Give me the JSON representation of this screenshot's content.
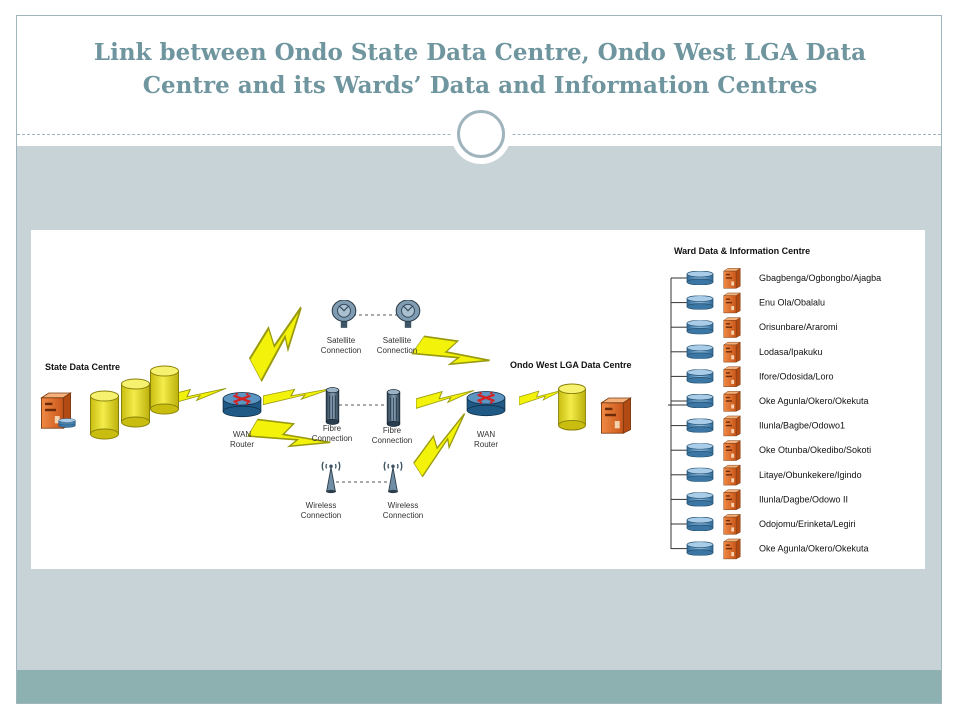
{
  "title": {
    "line1": "Link between Ondo State Data Centre, Ondo West LGA Data",
    "line2": "Centre and its Wards’ Data and Information Centres"
  },
  "diagram": {
    "state_label": "State Data Centre",
    "lga_label": "Ondo West LGA Data Centre",
    "ward_header": "Ward Data & Information Centre",
    "router_left": {
      "line1": "WAN",
      "line2": "Router"
    },
    "router_right": {
      "line1": "WAN",
      "line2": "Router"
    },
    "satellite_left": {
      "line1": "Satellite",
      "line2": "Connection"
    },
    "satellite_right": {
      "line1": "Satellite",
      "line2": "Connection"
    },
    "fibre_left": {
      "line1": "Fibre",
      "line2": "Connection"
    },
    "fibre_right": {
      "line1": "Fibre",
      "line2": "Connection"
    },
    "wireless_left": {
      "line1": "Wireless",
      "line2": "Connection"
    },
    "wireless_right": {
      "line1": "Wireless",
      "line2": "Connection"
    },
    "wards": [
      "Gbagbenga/Ogbongbo/Ajagba",
      "Enu Ola/Obalalu",
      "Orisunbare/Araromi",
      "Lodasa/Ipakuku",
      "Ifore/Odosida/Loro",
      "Oke Agunla/Okero/Okekuta",
      "Ilunla/Bagbe/Odowo1",
      "Oke Otunba/Okedibo/Sokoti",
      "Litaye/Obunkekere/Igindo",
      "Ilunla/Dagbe/Odowo II",
      "Odojomu/Erinketa/Legiri",
      "Oke Agunla/Okero/Okekuta"
    ],
    "colors": {
      "cylinder": "#e6dc1e",
      "server": "#e5762e",
      "router": "#2d6e9c",
      "lightning": "#f2f20a",
      "disk": "#4e8ab8"
    }
  }
}
